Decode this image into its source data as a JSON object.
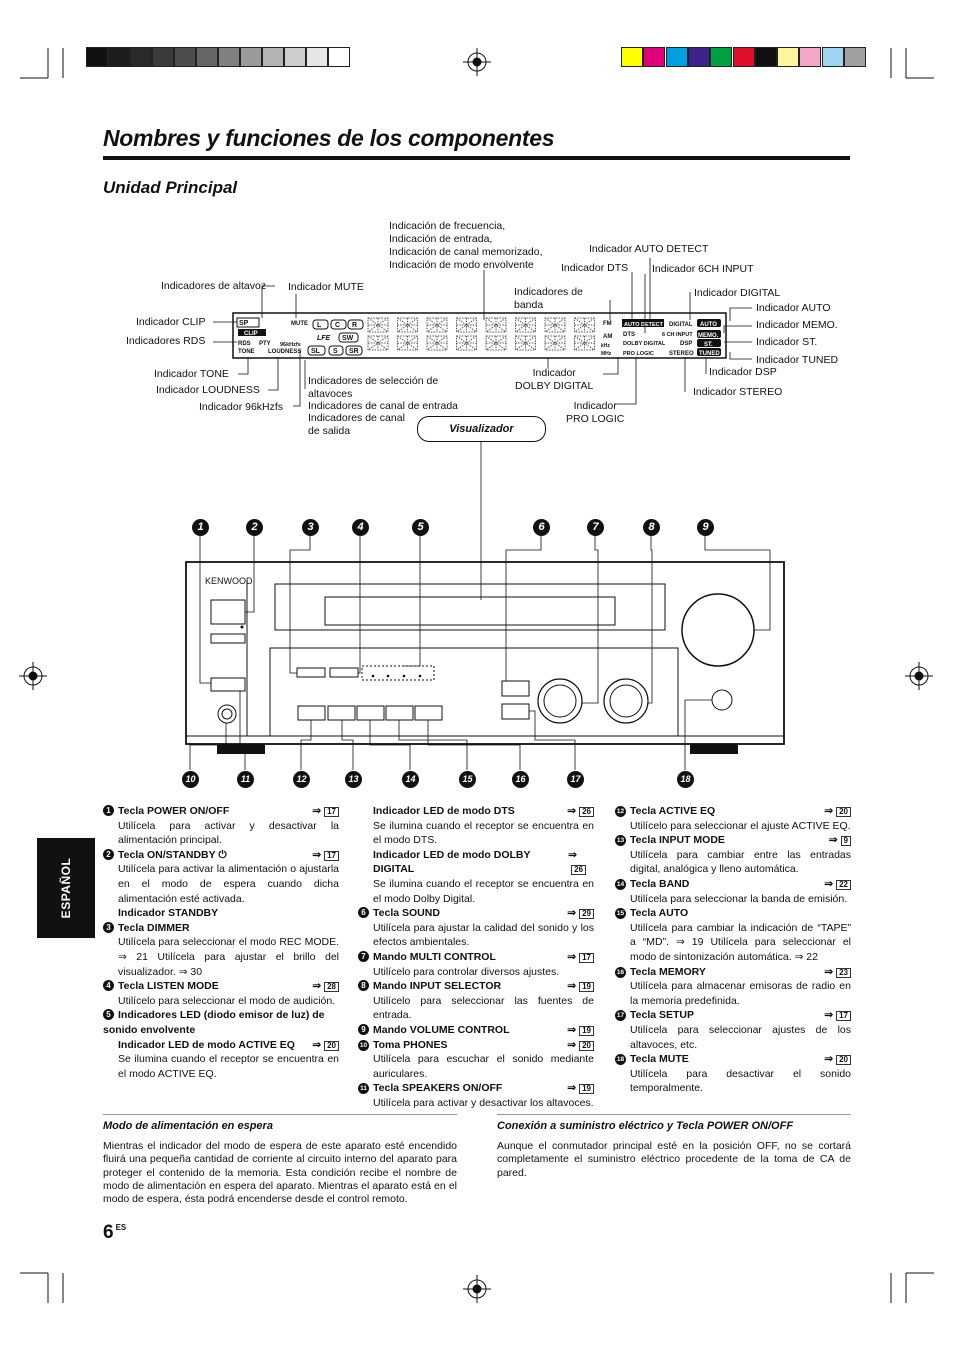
{
  "title": "Nombres y funciones de los componentes",
  "subtitle": "Unidad Principal",
  "side_tab": "ESPAÑOL",
  "page_number": "6",
  "page_suffix": "ES",
  "color_bars": [
    "#ffff00",
    "#e0007a",
    "#00a0e0",
    "#40218c",
    "#00a040",
    "#e0102a",
    "#111111",
    "#fff5a0",
    "#f4a6c8",
    "#9ed6f2",
    "#a0a0a0"
  ],
  "gray_bars": [
    "#111111",
    "#1c1c1c",
    "#2a2a2a",
    "#3a3a3a",
    "#4d4d4d",
    "#666666",
    "#808080",
    "#9a9a9a",
    "#b3b3b3",
    "#cdcdcd",
    "#e6e6e6",
    "#ffffff"
  ],
  "diagram": {
    "display_label": "Visualizador",
    "brand": "KENWOOD",
    "labels": {
      "freq": "Indicación de frecuencia,\nIndicación de entrada,\nIndicación de canal memorizado,\nIndicación de modo envolvente",
      "auto_detect": "Indicador AUTO DETECT",
      "dts": "Indicador DTS",
      "sixch": "Indicador 6CH INPUT",
      "altavoz": "Indicadores de altavoz",
      "mute": "Indicador MUTE",
      "banda": "Indicadores  de\nbanda",
      "digital": "Indicador DIGITAL",
      "auto": "Indicador AUTO",
      "clip": "Indicador CLIP",
      "memo": "Indicador MEMO.",
      "rds": "Indicadores RDS",
      "st": "Indicador ST.",
      "tuned": "Indicador TUNED",
      "tone": "Indicador TONE",
      "dsp": "Indicador DSP",
      "loudness": "Indicador LOUDNESS",
      "sel_alt": "Indicadores de selección de\naltavoces",
      "dolby": "Indicador\nDOLBY DIGITAL",
      "stereo": "Indicador STEREO",
      "khz96": "Indicador 96kHzfs",
      "canal_ent": "Indicadores de canal de entrada",
      "canal_sal": "Indicadores de canal\nde salida",
      "prologic": "Indicador\nPRO LOGIC"
    },
    "callouts_top": [
      "1",
      "2",
      "3",
      "4",
      "5",
      "6",
      "7",
      "8",
      "9"
    ],
    "callouts_bottom": [
      "10",
      "11",
      "12",
      "13",
      "14",
      "15",
      "16",
      "17",
      "18"
    ]
  },
  "col1": [
    {
      "n": "1",
      "h": "Tecla POWER ON/OFF",
      "r": "17",
      "d": "Utilícela para activar y desactivar la alimentación principal."
    },
    {
      "n": "2",
      "h": "Tecla ON/STANDBY ⏻",
      "r": "17",
      "d": "Utilícela para activar la alimentación o ajustarla en el modo de espera cuando dicha alimentación esté activada."
    },
    {
      "n": "",
      "h": "Indicador STANDBY",
      "r": "",
      "d": ""
    },
    {
      "n": "3",
      "h": "Tecla DIMMER",
      "r": "",
      "d": "Utilícela para seleccionar el modo REC MODE.  ⇒ 21  Utilícela para ajustar el brillo del visualizador.  ⇒ 30"
    },
    {
      "n": "4",
      "h": "Tecla LISTEN MODE",
      "r": "28",
      "d": "Utilícelo para seleccionar el modo de audición."
    },
    {
      "n": "5",
      "h": "Indicadores LED (diodo emisor de luz) de sonido envolvente",
      "r": "",
      "d": ""
    },
    {
      "n": "",
      "h": "Indicador LED de modo ACTIVE EQ",
      "r": "20",
      "d": "Se ilumina cuando el receptor se encuentra en el modo ACTIVE EQ."
    }
  ],
  "col2": [
    {
      "n": "",
      "h": "Indicador LED de modo DTS",
      "r": "26",
      "d": "Se ilumina cuando el receptor se encuentra en el modo DTS."
    },
    {
      "n": "",
      "h": "Indicador LED de modo DOLBY DIGITAL",
      "r": "26",
      "d": "Se ilumina cuando el receptor se encuentra en el modo Dolby Digital."
    },
    {
      "n": "6",
      "h": "Tecla SOUND",
      "r": "29",
      "d": "Utilícela para ajustar la calidad del sonido y los efectos ambientales."
    },
    {
      "n": "7",
      "h": "Mando MULTI CONTROL",
      "r": "17",
      "d": "Utilícelo para controlar diversos ajustes."
    },
    {
      "n": "8",
      "h": "Mando INPUT SELECTOR",
      "r": "19",
      "d": "Utilícelo para seleccionar las fuentes de entrada."
    },
    {
      "n": "9",
      "h": "Mando VOLUME CONTROL",
      "r": "19",
      "d": ""
    },
    {
      "n": "10",
      "h": "Toma PHONES",
      "r": "20",
      "d": "Utilícela para escuchar el sonido mediante auriculares."
    },
    {
      "n": "11",
      "h": "Tecla SPEAKERS ON/OFF",
      "r": "19",
      "d": "Utilícela para activar y desactivar los altavoces."
    }
  ],
  "col3": [
    {
      "n": "12",
      "h": "Tecla ACTIVE EQ",
      "r": "20",
      "d": "Utilícelo para seleccionar el ajuste ACTIVE EQ."
    },
    {
      "n": "13",
      "h": "Tecla INPUT MODE",
      "r": "9",
      "d": "Utilícela para cambiar entre las entradas digital, analógica y lleno automática."
    },
    {
      "n": "14",
      "h": "Tecla BAND",
      "r": "22",
      "d": "Utilícela para seleccionar la banda de emisión."
    },
    {
      "n": "15",
      "h": "Tecla AUTO",
      "r": "",
      "d": "Utilícela para cambiar la indicación de “TAPE” a “MD”.  ⇒ 19  Utilícela para seleccionar el modo de sintonización automática.  ⇒ 22"
    },
    {
      "n": "16",
      "h": "Tecla MEMORY",
      "r": "23",
      "d": "Utilícela para almacenar emisoras de radio en la memoria predefinida."
    },
    {
      "n": "17",
      "h": "Tecla SETUP",
      "r": "17",
      "d": "Utilícela para seleccionar ajustes de los altavoces, etc."
    },
    {
      "n": "18",
      "h": "Tecla MUTE",
      "r": "20",
      "d": "Utilícela para desactivar el sonido temporalmente."
    }
  ],
  "standby": {
    "heading": "Modo de alimentación en espera",
    "text": "Mientras el indicador del modo de espera de este aparato esté encendido fluirá una pequeña cantidad de corriente al circuito interno del aparato para proteger el contenido de la memoria. Esta condición recibe el nombre de modo de alimentación en espera del aparato. Mientras el aparato está en el modo de espera, ésta podrá encenderse desde el control remoto."
  },
  "power": {
    "heading": "Conexión a suministro eléctrico y Tecla POWER ON/OFF",
    "text": "Aunque el conmutador principal esté en la posición OFF, no se cortará completamente el suministro eléctrico procedente de la toma de CA de pared."
  }
}
